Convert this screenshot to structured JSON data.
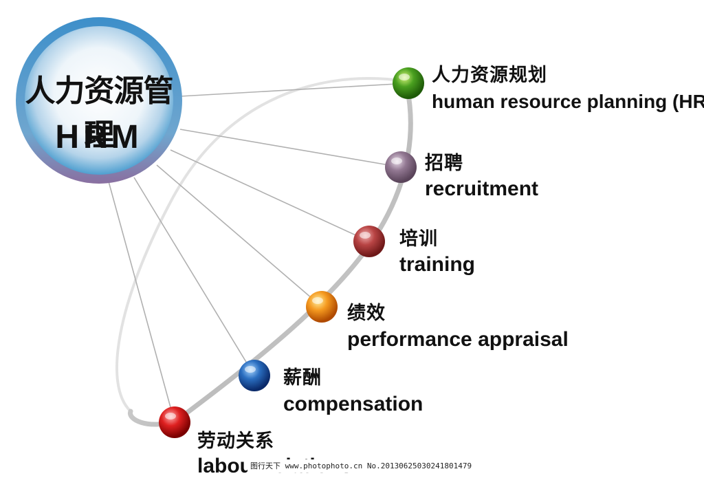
{
  "hub": {
    "title_cn": "人力资源管理",
    "title_en": "HRM"
  },
  "nodes": [
    {
      "cn": "人力资源规划",
      "en": "human resource planning (HRP)",
      "color": "#3a8a1a"
    },
    {
      "cn": "招聘",
      "en": "recruitment",
      "color": "#8a6a8a"
    },
    {
      "cn": "培训",
      "en": "training",
      "color": "#b03a3a"
    },
    {
      "cn": "绩效",
      "en": "performance appraisal",
      "color": "#f08a1a"
    },
    {
      "cn": "薪酬",
      "en": "compensation",
      "color": "#1a5aa8"
    },
    {
      "cn": "劳动关系",
      "en": "labour relations",
      "color": "#d01a1a"
    }
  ],
  "watermark": "图行天下 www.photophoto.cn  No.20130625030241801479"
}
